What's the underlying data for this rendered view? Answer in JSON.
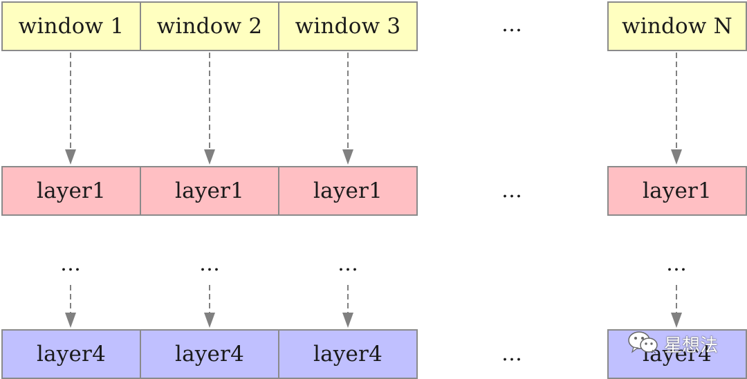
{
  "windows": [
    "window 1",
    "window 2",
    "window 3",
    "window N"
  ],
  "layer1": [
    "layer1",
    "layer1",
    "layer1",
    "layer1"
  ],
  "layer4": [
    "layer4",
    "layer4",
    "layer4",
    "layer4"
  ],
  "ellipsis": "…",
  "watermark": {
    "text": "星想法",
    "icon": "wechat-icon"
  },
  "colors": {
    "window_fill": "#ffffc0",
    "layer1_fill": "#ffbfc3",
    "layer4_fill": "#c0c0ff",
    "border": "#8a8a8a",
    "arrow": "#808080"
  }
}
